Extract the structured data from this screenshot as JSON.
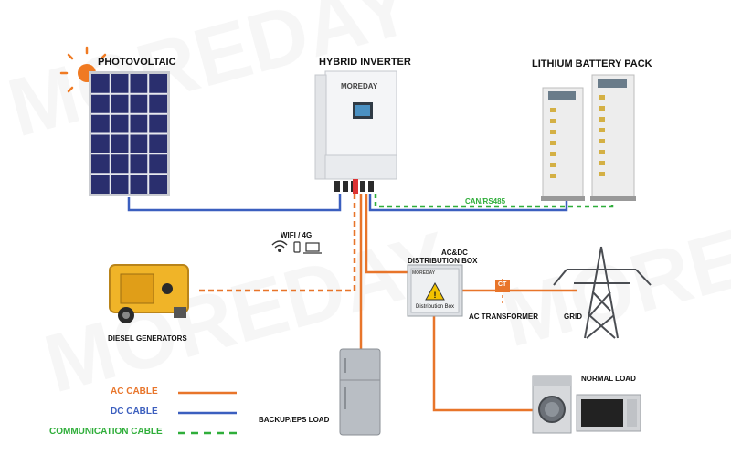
{
  "labels": {
    "photovoltaic": "PHOTOVOLTAIC",
    "hybrid_inverter": "HYBRID INVERTER",
    "lithium_battery_pack": "LITHIUM BATTERY PACK",
    "can_rs485": "CAN/RS485",
    "wifi_4g": "WIFI / 4G",
    "ac_dc_line1": "AC&DC",
    "ac_dc_line2": "DISTRIBUTION BOX",
    "distribution_box_front": "Distribution Box",
    "ct": "CT",
    "ac_transformer": "AC TRANSFORMER",
    "grid": "GRID",
    "diesel_generators": "DIESEL GENERATORS",
    "backup_eps_load": "BACKUP/EPS LOAD",
    "normal_load": "NORMAL LOAD",
    "brand_small": "MOREDAY",
    "watermark": "MOREDAY"
  },
  "legend": [
    {
      "label": "AC CABLE",
      "color": "#e8752a",
      "style": "solid"
    },
    {
      "label": "DC CABLE",
      "color": "#3b5fbf",
      "style": "solid"
    },
    {
      "label": "COMMUNICATION CABLE",
      "color": "#2fae3a",
      "style": "dashed"
    }
  ],
  "colors": {
    "ac": "#e8752a",
    "dc": "#3b5fbf",
    "comm": "#2fae3a"
  }
}
